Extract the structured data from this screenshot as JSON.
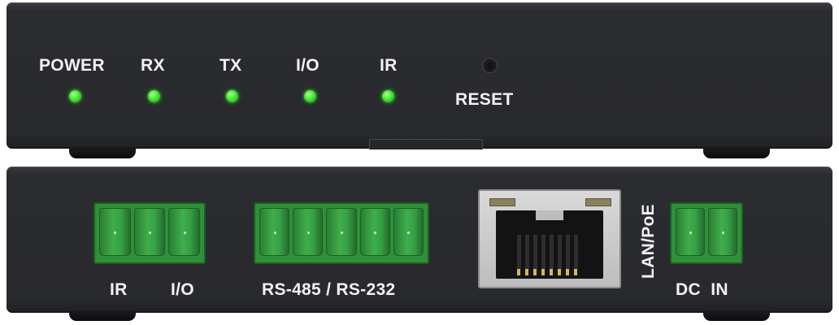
{
  "front_panel": {
    "indicators": [
      {
        "label": "POWER",
        "status": "on",
        "color": "#4cf03a"
      },
      {
        "label": "RX",
        "status": "on",
        "color": "#4cf03a"
      },
      {
        "label": "TX",
        "status": "on",
        "color": "#4cf03a"
      },
      {
        "label": "I/O",
        "status": "on",
        "color": "#4cf03a"
      },
      {
        "label": "IR",
        "status": "on",
        "color": "#4cf03a"
      }
    ],
    "reset_label": "RESET"
  },
  "rear_panel": {
    "ir_label": "IR",
    "io_label": "I/O",
    "serial_label": "RS-485 / RS-232",
    "lan_label": "LAN/PoE",
    "dc_label": "DC  IN",
    "terminal_color": "#2f8f3b",
    "ports": [
      {
        "name": "ir-io-terminal",
        "pins": 3
      },
      {
        "name": "serial-terminal",
        "pins": 5
      },
      {
        "name": "lan-poe-port",
        "type": "RJ45"
      },
      {
        "name": "dc-in-terminal",
        "pins": 2
      }
    ]
  }
}
